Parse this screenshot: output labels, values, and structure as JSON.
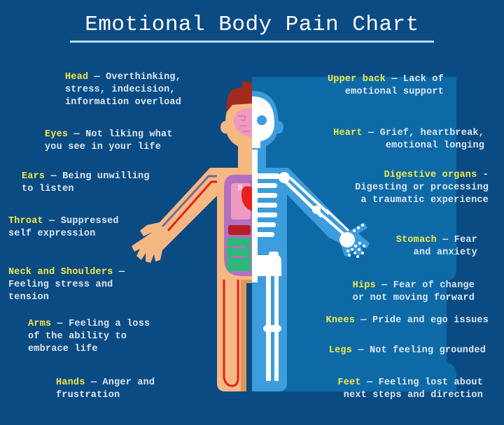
{
  "title": "Emotional Body Pain Chart",
  "colors": {
    "background": "#0b4b84",
    "panel": "#0e6aa6",
    "keyword": "#f2e94a",
    "text": "#dde8f2",
    "skin": "#f6b883",
    "skeleton_bg": "#3d9ddc",
    "bone": "#ffffff",
    "hair": "#a52a1e",
    "brain": "#ee9ac0",
    "torso_organs_bg": "#b36fc0",
    "heart": "#e4211b",
    "intestines": "#2db87a"
  },
  "left_labels": [
    {
      "key": "Head",
      "desc": " — Overthinking,\nstress, indecision,\ninformation overload"
    },
    {
      "key": "Eyes",
      "desc": " — Not liking what\nyou see in your life"
    },
    {
      "key": "Ears",
      "desc": " — Being unwilling\nto listen"
    },
    {
      "key": "Throat",
      "desc": " — Suppressed\nself expression"
    },
    {
      "key": "Neck and Shoulders",
      "desc": " —\nFeeling stress and\ntension"
    },
    {
      "key": "Arms",
      "desc": " — Feeling a loss\nof the ability to\nembrace life"
    },
    {
      "key": "Hands",
      "desc": " — Anger and\nfrustration"
    }
  ],
  "right_labels": [
    {
      "key": "Upper back",
      "desc": " — Lack of\nemotional support"
    },
    {
      "key": "Heart",
      "desc": " — Grief, heartbreak,\nemotional longing"
    },
    {
      "key": "Digestive organs",
      "desc": " -\nDigesting or processing\na traumatic experience"
    },
    {
      "key": "Stomach",
      "desc": " — Fear\nand anxiety"
    },
    {
      "key": "Hips",
      "desc": " — Fear of change\nor not moving forward"
    },
    {
      "key": "Knees",
      "desc": " — Pride and ego issues"
    },
    {
      "key": "Legs",
      "desc": " — Not feeling grounded"
    },
    {
      "key": "Feet",
      "desc": " — Feeling lost about\nnext steps and direction"
    }
  ]
}
